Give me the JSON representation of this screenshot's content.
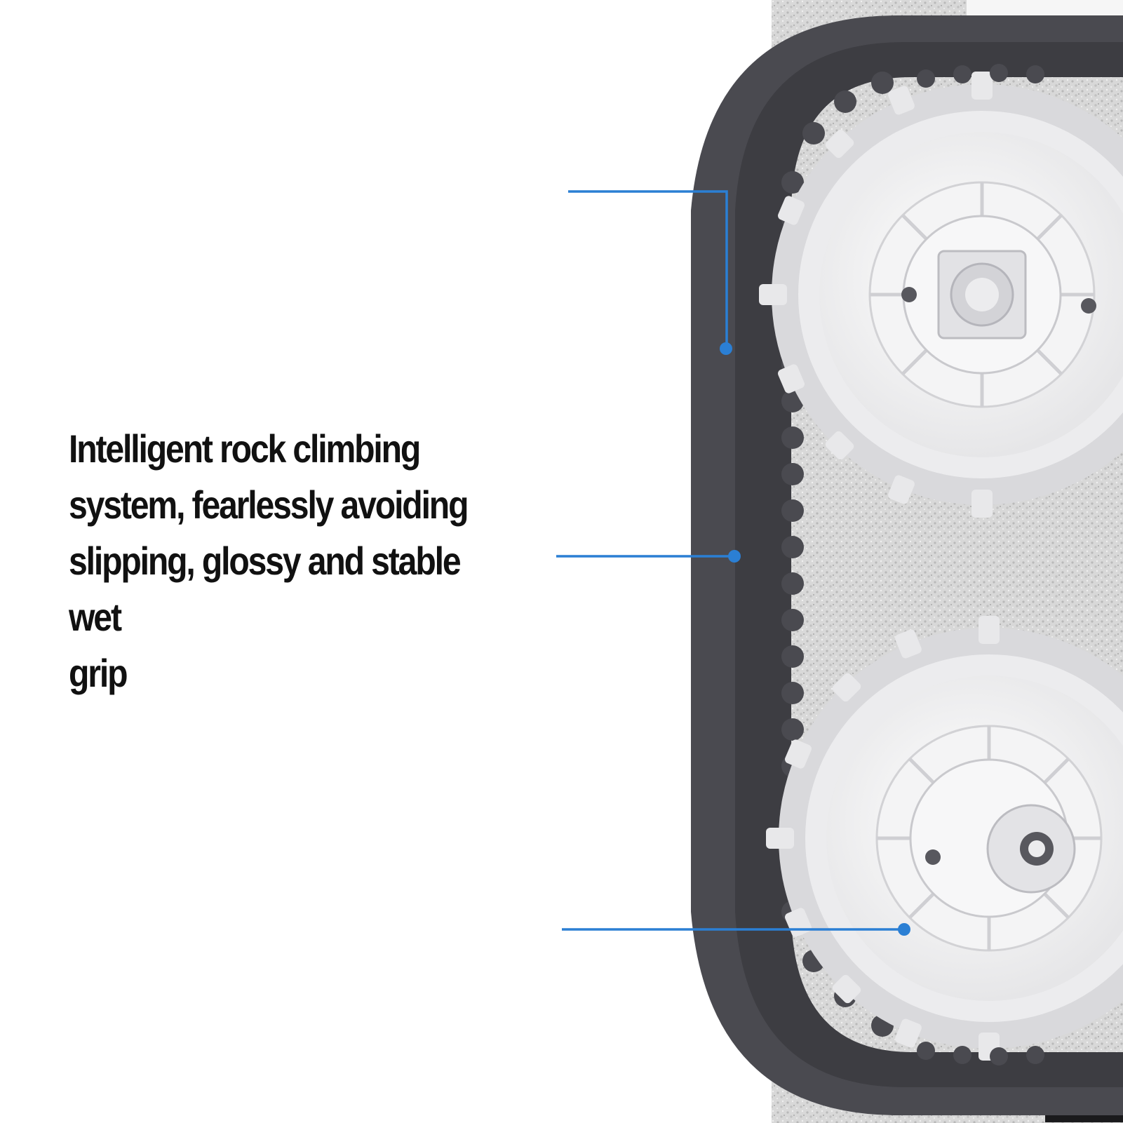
{
  "headline": {
    "text": "Intelligent rock climbing\nsystem, fearlessly avoiding\nslipping, glossy and stable wet\ngrip"
  },
  "illustration": {
    "subject": "gear-track-icon",
    "colors": {
      "background": "#ffffff",
      "track": "#4a4a50",
      "gear": "#f2f2f2",
      "brush": "#d4d4d4",
      "callout": "#2b7fd4"
    }
  },
  "callouts": [
    {
      "name": "callout-upper-track"
    },
    {
      "name": "callout-middle-track"
    },
    {
      "name": "callout-lower-gear"
    }
  ]
}
